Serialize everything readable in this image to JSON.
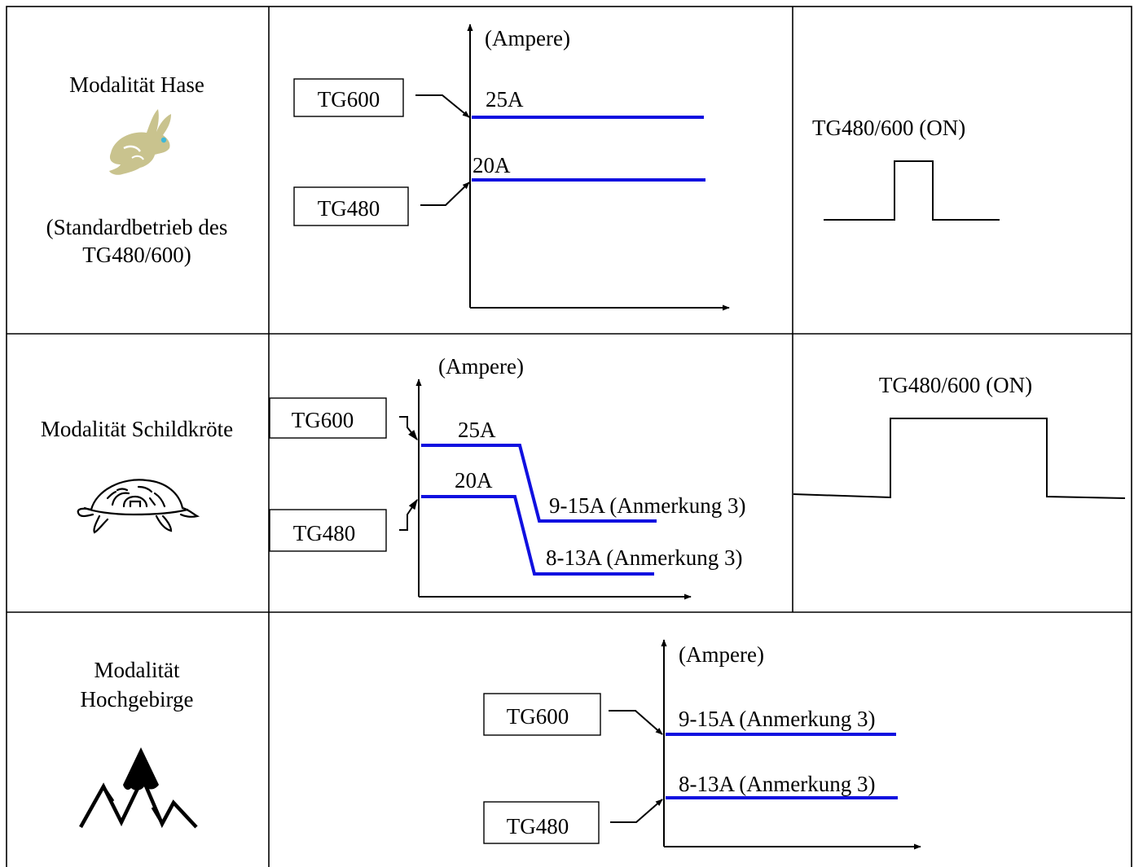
{
  "rows": [
    {
      "mode_label": "Modalität Hase",
      "mode_note_line1": "(Standardbetrieb des",
      "mode_note_line2": "TG480/600)",
      "icon": "rabbit-icon",
      "y_unit": "(Ampere)",
      "tg600_label": "TG600",
      "tg480_label": "TG480",
      "tg600_current": "25A",
      "tg480_current": "20A",
      "signal_label": "TG480/600 (ON)"
    },
    {
      "mode_label": "Modalität Schildkröte",
      "icon": "turtle-icon",
      "y_unit": "(Ampere)",
      "tg600_label": "TG600",
      "tg480_label": "TG480",
      "tg600_current_high": "25A",
      "tg480_current_high": "20A",
      "tg600_current_low": "9-15A (Anmerkung 3)",
      "tg480_current_low": "8-13A (Anmerkung 3)",
      "signal_label": "TG480/600 (ON)"
    },
    {
      "mode_label_line1": "Modalität",
      "mode_label_line2": "Hochgebirge",
      "icon": "mountain-icon",
      "y_unit": "(Ampere)",
      "tg600_label": "TG600",
      "tg480_label": "TG480",
      "tg600_current": "9-15A (Anmerkung 3)",
      "tg480_current": "8-13A (Anmerkung 3)"
    }
  ],
  "colors": {
    "current_line": "#1010e0",
    "rabbit": "#c9c38e",
    "rabbit_eye": "#3fb8d8"
  }
}
